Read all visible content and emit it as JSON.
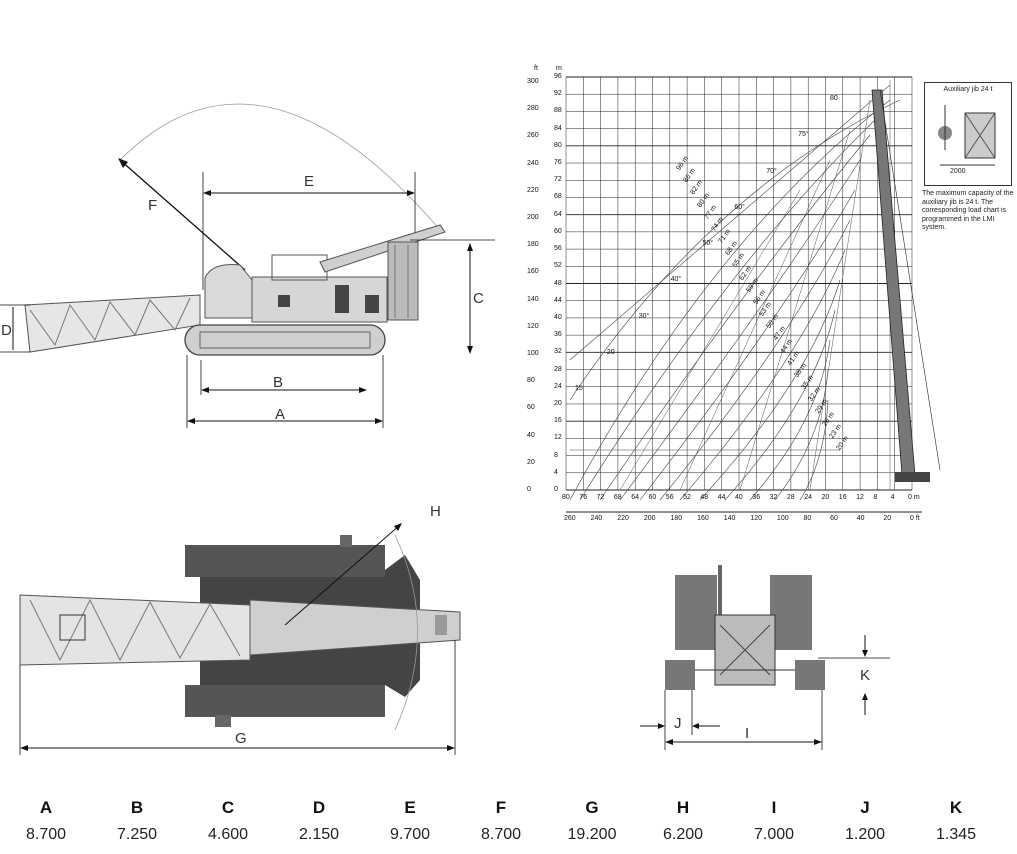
{
  "side_view": {
    "labels": {
      "A": "A",
      "B": "B",
      "C": "C",
      "D": "D",
      "E": "E",
      "F": "F"
    }
  },
  "top_view": {
    "labels": {
      "G": "G",
      "H": "H"
    }
  },
  "front_view": {
    "labels": {
      "I": "I",
      "J": "J",
      "K": "K"
    }
  },
  "range_chart": {
    "unit_ft": "ft",
    "unit_m": "m",
    "y_m_ticks": [
      "96",
      "92",
      "88",
      "84",
      "80",
      "76",
      "72",
      "68",
      "64",
      "60",
      "56",
      "52",
      "48",
      "44",
      "40",
      "36",
      "32",
      "28",
      "24",
      "20",
      "16",
      "12",
      "8",
      "4",
      "0"
    ],
    "y_ft_ticks": [
      "300",
      "280",
      "260",
      "240",
      "220",
      "200",
      "180",
      "160",
      "140",
      "120",
      "100",
      "80",
      "60",
      "40",
      "20",
      "0"
    ],
    "x_m_ticks": [
      "80",
      "76",
      "72",
      "68",
      "64",
      "60",
      "56",
      "52",
      "48",
      "44",
      "40",
      "36",
      "32",
      "28",
      "24",
      "20",
      "16",
      "12",
      "8",
      "4",
      "0 m"
    ],
    "x_ft_ticks": [
      "260",
      "240",
      "220",
      "200",
      "180",
      "160",
      "140",
      "120",
      "100",
      "80",
      "60",
      "40",
      "20",
      "0 ft"
    ],
    "angle_labels": [
      "80",
      "75°",
      "70°",
      "60°",
      "50°",
      "40°",
      "30°",
      "20",
      "15"
    ],
    "boom_labels": [
      "96 m",
      "86 m",
      "82 m",
      "80 m",
      "77 m",
      "74 m",
      "71 m",
      "68 m",
      "65 m",
      "62 m",
      "59 m",
      "56 m",
      "53 m",
      "50 m",
      "47 m",
      "44 m",
      "41 m",
      "38 m",
      "35 m",
      "32 m",
      "29 m",
      "26 m",
      "23 m",
      "20 m"
    ],
    "jib_box_title": "Auxiliary jib 24 t",
    "jib_box_dim": "2000",
    "jib_note": "The maximum capacity of the auxiliary jib is 24 t. The corresponding load chart is programmed in the LMI system."
  },
  "dimension_table": {
    "letters": [
      "A",
      "B",
      "C",
      "D",
      "E",
      "F",
      "G",
      "H",
      "I",
      "J",
      "K"
    ],
    "values": [
      "8.700",
      "7.250",
      "4.600",
      "2.150",
      "9.700",
      "8.700",
      "19.200",
      "6.200",
      "7.000",
      "1.200",
      "1.345"
    ]
  }
}
